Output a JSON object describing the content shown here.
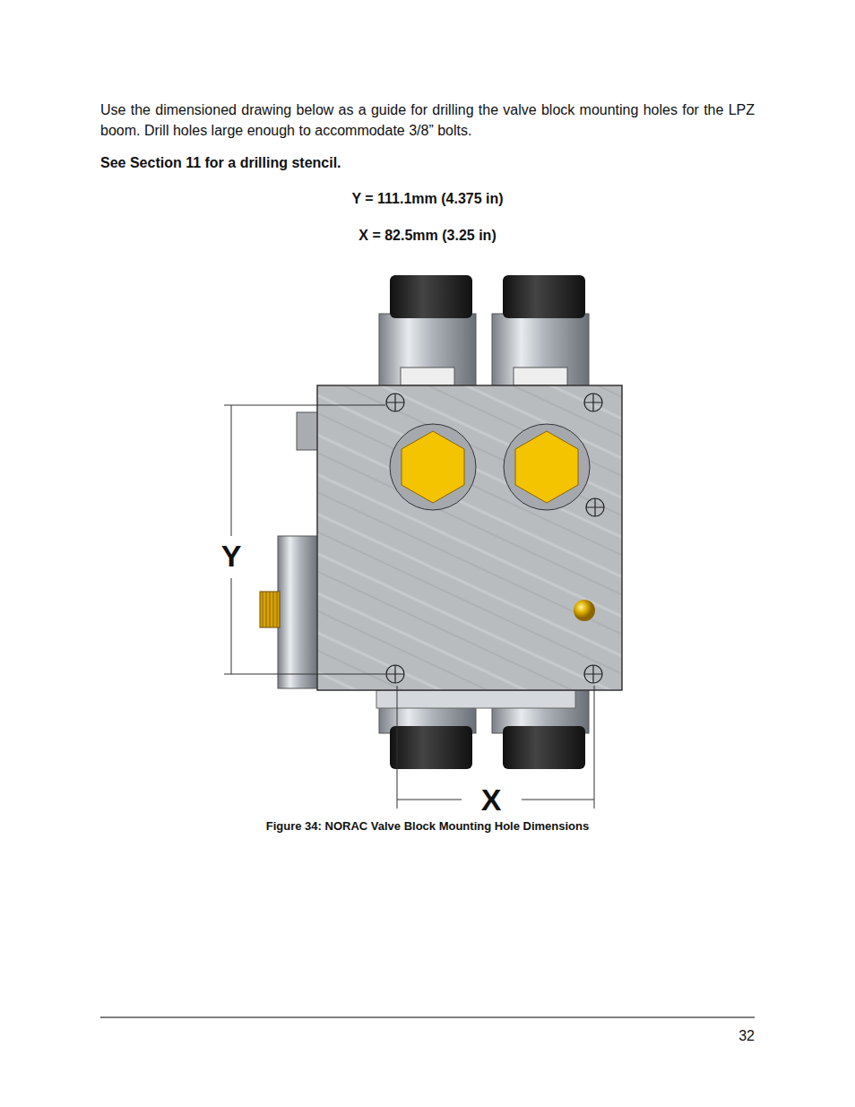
{
  "diagram": {
    "caption": "Figure 34: NORAC Valve Block Mounting Hole Dimensions",
    "labels": [
      "Use the dimensioned drawing below as a guide for drilling the valve block mounting holes for the LPZ boom.  Drill holes large enough to accommodate 3/8” bolts.",
      "See Section 11 for a drilling stencil.",
      "Y = 111.1mm (4.375 in)",
      "X = 82.5mm (3.25 in)",
      "Y",
      "X",
      "32"
    ]
  }
}
